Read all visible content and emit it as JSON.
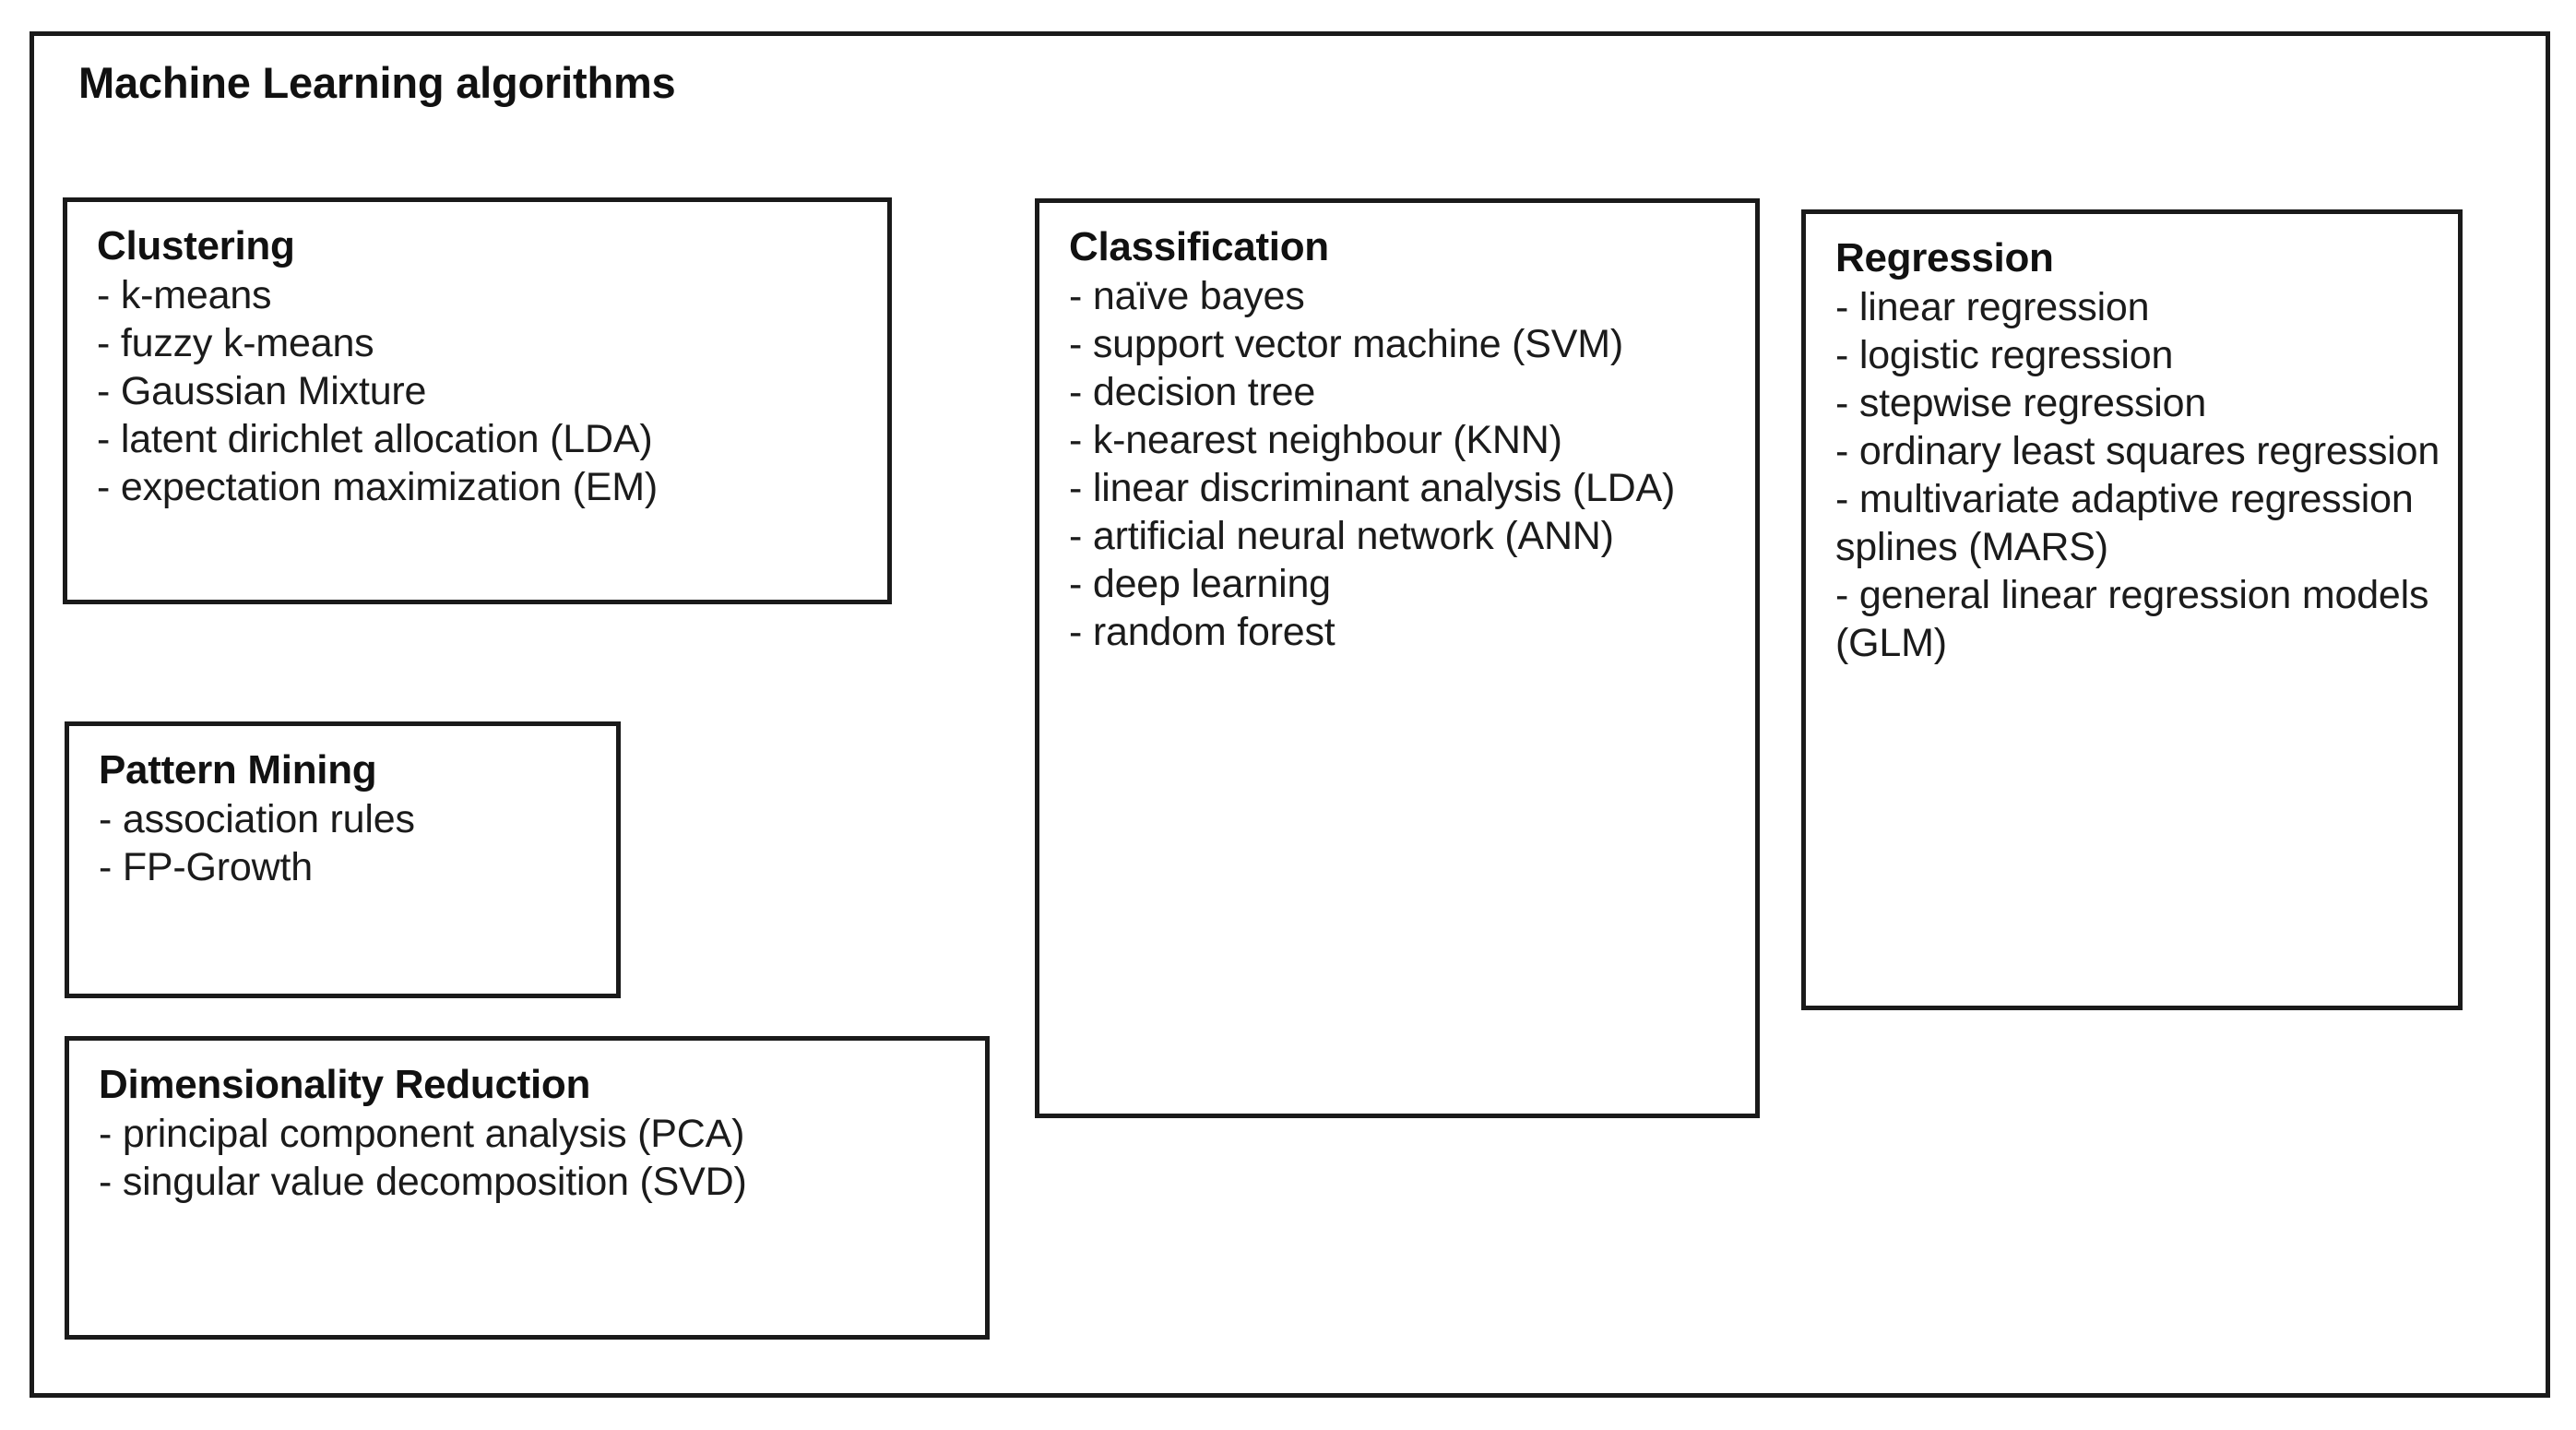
{
  "diagram": {
    "title": "Machine Learning algorithms",
    "frame_color": "#1a1a1a",
    "background_color": "#ffffff",
    "text_color": "#111111"
  },
  "categories": [
    {
      "id": "clustering",
      "title": "Clustering",
      "items": [
        "- k-means",
        "- fuzzy k-means",
        "- Gaussian Mixture",
        "- latent dirichlet allocation (LDA)",
        "- expectation maximization (EM)"
      ]
    },
    {
      "id": "pattern-mining",
      "title": "Pattern Mining",
      "items": [
        "- association rules",
        "- FP-Growth"
      ]
    },
    {
      "id": "dimensionality-reduction",
      "title": "Dimensionality Reduction",
      "items": [
        "- principal component analysis (PCA)",
        "- singular value decomposition (SVD)"
      ]
    },
    {
      "id": "classification",
      "title": "Classification",
      "items": [
        "- naïve bayes",
        "- support vector machine (SVM)",
        "- decision tree",
        "- k-nearest neighbour (KNN)",
        "- linear discriminant analysis (LDA)",
        "- artificial neural network (ANN)",
        "- deep learning",
        "- random forest"
      ]
    },
    {
      "id": "regression",
      "title": "Regression",
      "items": [
        "- linear regression",
        "- logistic regression",
        "- stepwise regression",
        "- ordinary least squares regression",
        "- multivariate adaptive regression splines (MARS)",
        "- general linear regression models (GLM)"
      ]
    }
  ]
}
